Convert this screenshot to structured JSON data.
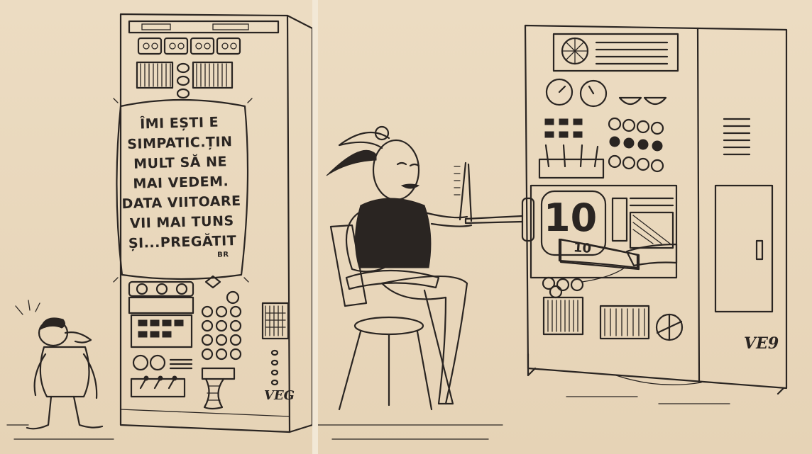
{
  "left_panel": {
    "screen_lines": [
      "ÎMI EȘTI E",
      "SIMPATIC.ȚIN",
      "MULT SĂ NE",
      "MAI VEDEM.",
      "DATA VIITOARE",
      "VII MAI TUNS",
      "ȘI...PREGĂTIT"
    ],
    "screen_initials": "BR",
    "signature": "VEG"
  },
  "right_panel": {
    "display_number": "10",
    "bill_number": "10",
    "signature": "VE9"
  },
  "colors": {
    "paper": "#e9d8bd",
    "ink": "#2a2522"
  }
}
